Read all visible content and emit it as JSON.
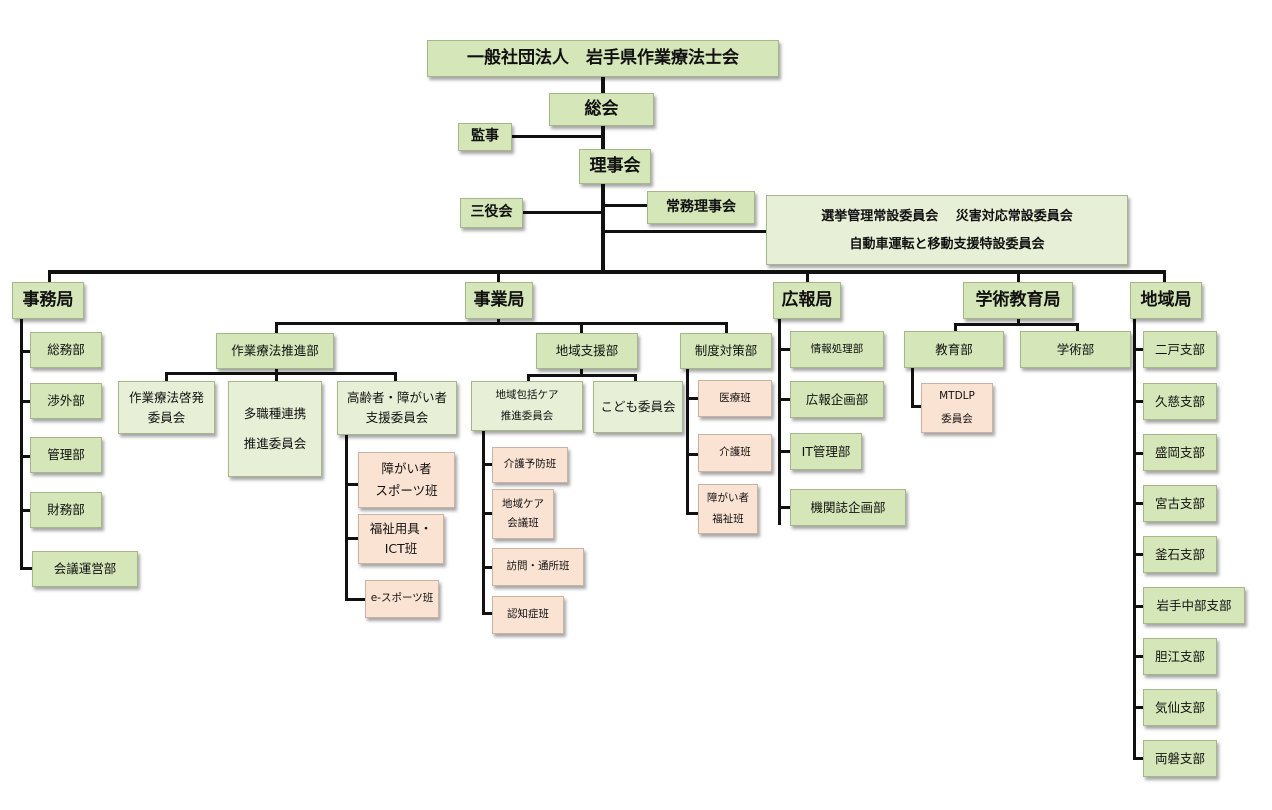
{
  "org": {
    "root": "一般社団法人　岩手県作業療法士会",
    "soukai": "総会",
    "kanji": "監事",
    "rijikai": "理事会",
    "sanyakukai": "三役会",
    "jomu_rijikai": "常務理事会",
    "standing_committees": {
      "line1": "選挙管理常設委員会　 災害対応常設委員会",
      "line2": "自動車運転と移動支援特設委員会"
    },
    "jimukyoku": {
      "title": "事務局",
      "depts": [
        "総務部",
        "渉外部",
        "管理部",
        "財務部",
        "会議運営部"
      ]
    },
    "jigyokyoku": {
      "title": "事業局",
      "suishinbu": {
        "title": "作業療法推進部",
        "keihatsu": [
          "作業療法啓発",
          "委員会"
        ],
        "tashokushu": [
          "多職種連携",
          "推進委員会"
        ],
        "koreisha": [
          "高齢者・障がい者",
          "支援委員会"
        ],
        "koreisha_teams": [
          [
            "障がい者",
            "スポーツ班"
          ],
          [
            "福祉用具・",
            "ICT班"
          ],
          [
            "e-スポーツ班"
          ]
        ]
      },
      "chiikishien": {
        "title": "地域支援部",
        "houkatsu": [
          "地域包括ケア",
          "推進委員会"
        ],
        "kodomo": "こども委員会",
        "houkatsu_teams": [
          [
            "介護予防班"
          ],
          [
            "地域ケア",
            "会議班"
          ],
          [
            "訪問・通所班"
          ],
          [
            "認知症班"
          ]
        ]
      },
      "seido": {
        "title": "制度対策部",
        "teams": [
          [
            "医療班"
          ],
          [
            "介護班"
          ],
          [
            "障がい者",
            "福祉班"
          ]
        ]
      }
    },
    "kohokyoku": {
      "title": "広報局",
      "depts": [
        "情報処理部",
        "広報企画部",
        "IT管理部",
        "機関誌企画部"
      ]
    },
    "gakujutsu": {
      "title": "学術教育局",
      "kyoiku": "教育部",
      "gakujutsubu": "学術部",
      "mtdlp": [
        "MTDLP",
        "委員会"
      ]
    },
    "chiikikyoku": {
      "title": "地域局",
      "branches": [
        "二戸支部",
        "久慈支部",
        "盛岡支部",
        "宮古支部",
        "釜石支部",
        "岩手中部支部",
        "胆江支部",
        "気仙支部",
        "両磐支部"
      ]
    }
  },
  "colors": {
    "green_box": "#d5e6b8",
    "light_green_box": "#e7f0d7",
    "peach_box": "#fbe3d3",
    "connector": "#111111"
  }
}
